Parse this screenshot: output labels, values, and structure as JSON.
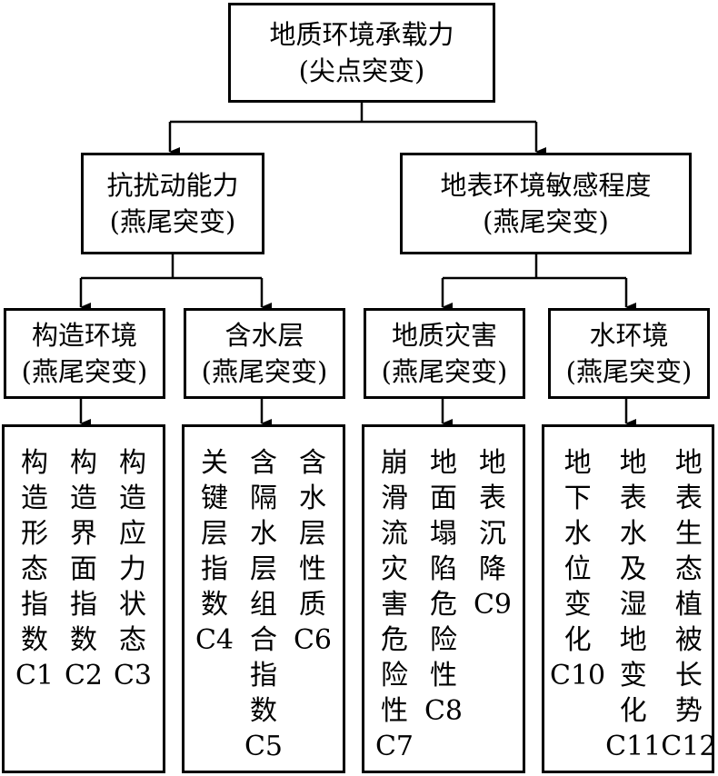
{
  "root": {
    "title": "地质环境承载力",
    "subtitle": "(尖点突变)"
  },
  "level1": [
    {
      "title": "抗扰动能力",
      "subtitle": "(燕尾突变)"
    },
    {
      "title": "地表环境敏感程度",
      "subtitle": "(燕尾突变)"
    }
  ],
  "level2": [
    {
      "title": "构造环境",
      "subtitle": "(燕尾突变)"
    },
    {
      "title": "含水层",
      "subtitle": "(燕尾突变)"
    },
    {
      "title": "地质灾害",
      "subtitle": "(燕尾突变)"
    },
    {
      "title": "水环境",
      "subtitle": "(燕尾突变)"
    }
  ],
  "leaves": [
    [
      {
        "text": "构造形态指数",
        "code": "C1"
      },
      {
        "text": "构造界面指数",
        "code": "C2"
      },
      {
        "text": "构造应力状态",
        "code": "C3"
      }
    ],
    [
      {
        "text": "关键层指数",
        "code": "C4"
      },
      {
        "text": "含隔水层组合指数",
        "code": "C5"
      },
      {
        "text": "含水层性质",
        "code": "C6"
      }
    ],
    [
      {
        "text": "崩滑流灾害危险性",
        "code": "C7"
      },
      {
        "text": "地面塌陷危险性",
        "code": "C8"
      },
      {
        "text": "地表沉降",
        "code": "C9"
      }
    ],
    [
      {
        "text": "地下水位变化",
        "code": "C10"
      },
      {
        "text": "地表水及湿地变化",
        "code": "C11"
      },
      {
        "text": "地表生态植被长势",
        "code": "C12"
      }
    ]
  ]
}
